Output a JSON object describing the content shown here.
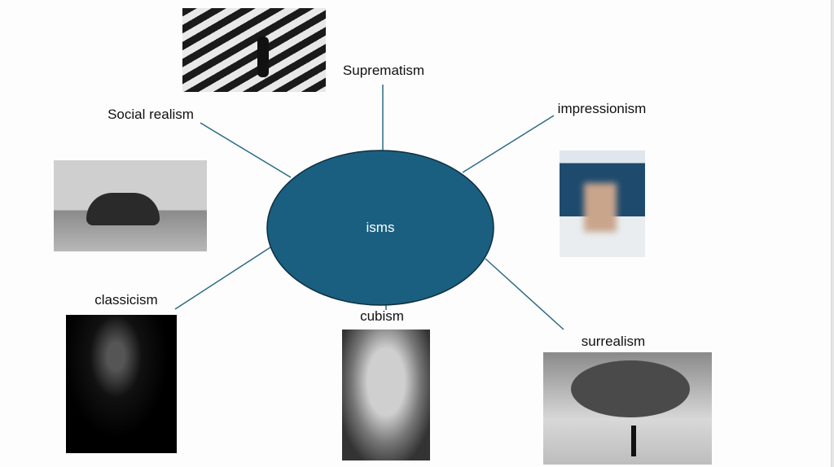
{
  "diagram": {
    "center": "isms",
    "center_color": "#1a5f80",
    "line_color": "#2d6a85",
    "branches": [
      {
        "label": "Suprematism",
        "image": "photo-stairs-figure"
      },
      {
        "label": "Social realism",
        "image": "photo-man-manhole"
      },
      {
        "label": "impressionism",
        "image": "photo-blurred-runners"
      },
      {
        "label": "classicism",
        "image": "photo-man-portrait-dark"
      },
      {
        "label": "cubism",
        "image": "photo-fragmented-face"
      },
      {
        "label": "surrealism",
        "image": "photo-floating-rock"
      }
    ]
  }
}
